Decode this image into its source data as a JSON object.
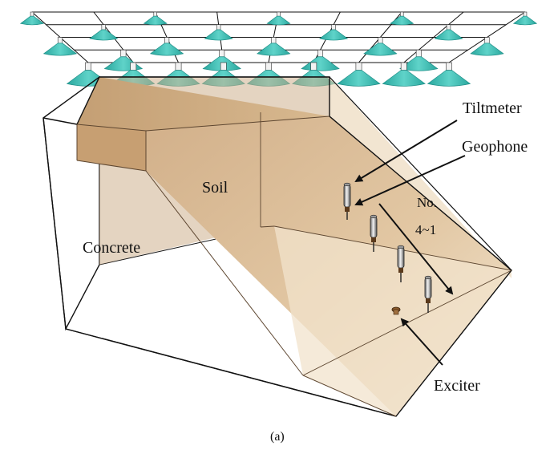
{
  "figure": {
    "labels": {
      "tiltmeter": "Tiltmeter",
      "geophone": "Geophone",
      "soil": "Soil",
      "concrete": "Concrete",
      "sensor_number_top": "No.",
      "sensor_number_range": "4~1",
      "exciter": "Exciter"
    },
    "caption": "(a)"
  },
  "colors": {
    "sprinkler": "#3cc1b7",
    "sprinkler_dark": "#1f8f88",
    "soil_top": "#c7a57f",
    "soil_face": "#dcc09b",
    "soil_face_light": "#f1e3cc",
    "soil_side": "#b8946a",
    "frame_line": "#111111"
  },
  "icons": {
    "sprinkler": "cone-nozzle-icon",
    "sensor": "cylinder-probe-icon",
    "exciter": "exciter-dot-icon"
  }
}
